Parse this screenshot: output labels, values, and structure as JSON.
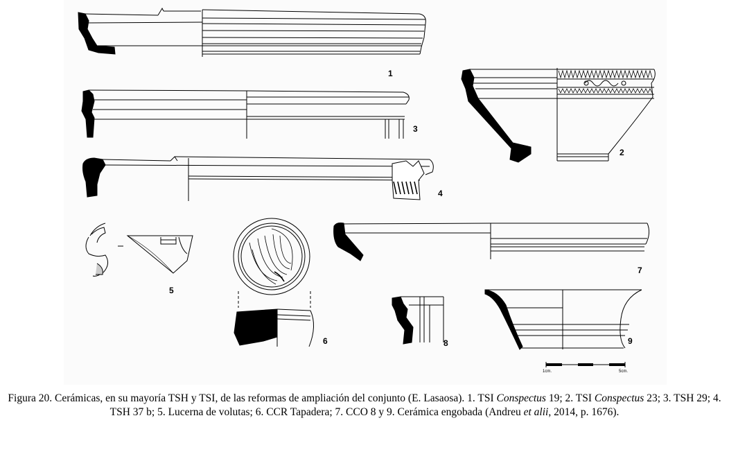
{
  "figure": {
    "numbers": [
      "1",
      "2",
      "3",
      "4",
      "5",
      "6",
      "7",
      "8",
      "9"
    ],
    "scale": {
      "left": "1cm.",
      "right": "5cm."
    }
  },
  "caption": {
    "p1": "Figura 20. Cerámicas, en su mayoría TSH y TSI, de las reformas de ampliación del conjunto (E. Lasaosa). 1. TSI ",
    "i1": "Conspectus",
    "p2": " 19; 2. TSI ",
    "i2": "Conspectus",
    "p3": " 23; 3. TSH 29; 4. TSH 37 b; 5. Lucerna de volutas; 6. CCR Tapadera; 7. CCO 8 y 9. Cerámica engobada (Andreu ",
    "i3": "et alii",
    "p4": ", 2014, p. 1676)."
  }
}
